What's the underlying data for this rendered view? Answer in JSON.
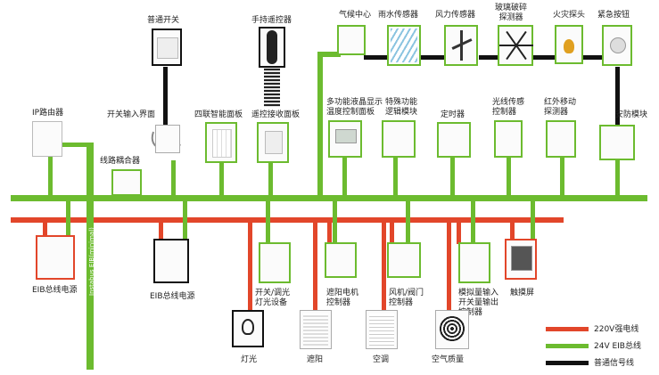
{
  "devices": {
    "ip_router": "IP路由器",
    "line_coupler": "线路耦合器",
    "switch_input": "开关输入界面",
    "normal_switch": "普通开关",
    "quad_panel": "四联智能面板",
    "handheld_remote": "手持遥控器",
    "remote_receiver": "遥控接收面板",
    "climate_center": "气候中心",
    "rain_sensor": "雨水传感器",
    "wind_sensor": "风力传感器",
    "glass_break": "玻璃破碎\n探测器",
    "fire_detector": "火灾探头",
    "emergency_button": "紧急按钮",
    "lcd_temp_panel": "多功能液晶显示\n温度控制面板",
    "logic_module": "特殊功能\n逻辑模块",
    "timer": "定时器",
    "light_sensor": "光线传感\n控制器",
    "ir_detector": "红外移动\n探测器",
    "security_module": "安防模块",
    "eib_power_1": "EIB总线电源",
    "eib_power_2": "EIB总线电源",
    "switch_dimmer": "开关/调光\n灯光设备",
    "shade_motor": "遮阳电机\n控制器",
    "fan_valve": "风机/阀门\n控制器",
    "analog_io": "模拟量输入\n开关量输出\n控制器",
    "touch_screen": "触摸屏"
  },
  "loads": {
    "light": "灯光",
    "shade": "遮阳",
    "ac": "空调",
    "air": "空气质量"
  },
  "instabus_label": "Instabus EIB(minimal)",
  "legend": {
    "red": "220V强电线",
    "green": "24V EIB总线",
    "black": "普通信号线"
  },
  "colors": {
    "red": "#e2462a",
    "green": "#6cbb2f",
    "black": "#111111"
  }
}
